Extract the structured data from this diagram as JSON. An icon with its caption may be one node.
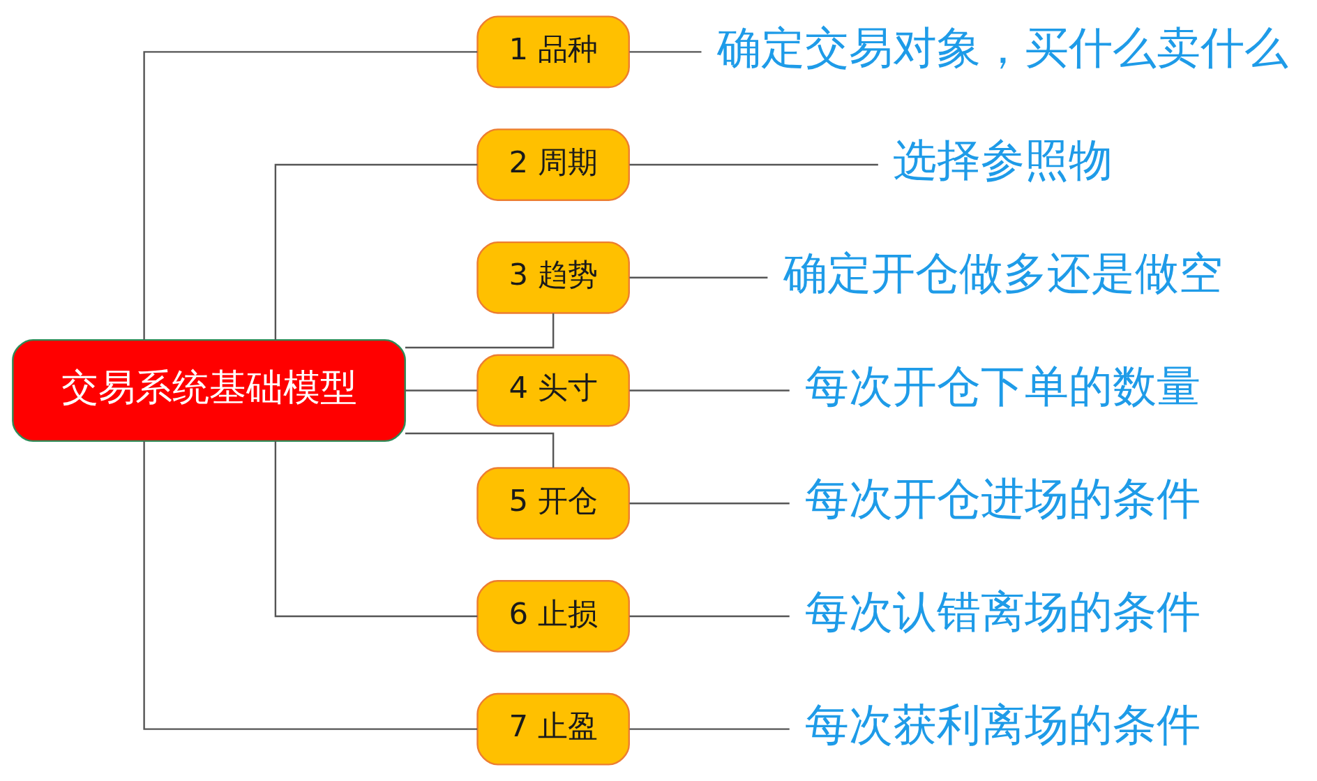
{
  "diagram": {
    "nodes": [
      {
        "text": [
          "交易系统基础模型"
        ]
      },
      {
        "text": [
          "1 品种"
        ]
      },
      {
        "text": [
          "2 周期"
        ]
      },
      {
        "text": [
          "3 趋势"
        ]
      },
      {
        "text": [
          "4 头寸"
        ]
      },
      {
        "text": [
          "5 开仓"
        ]
      },
      {
        "text": [
          "6 止损"
        ]
      },
      {
        "text": [
          "7 止盈"
        ]
      },
      {
        "text": [
          "确定交易对象，买什么卖什么"
        ]
      },
      {
        "text": [
          "选择参照物"
        ]
      },
      {
        "text": [
          "确定开仓做多还是做空"
        ]
      },
      {
        "text": [
          "每次开仓下单的数量"
        ]
      },
      {
        "text": [
          "每次开仓进场的条件"
        ]
      },
      {
        "text": [
          "每次认错离场的条件"
        ]
      },
      {
        "text": [
          "每次获利离场的条件"
        ]
      }
    ],
    "edges": [
      {
        "from": 0,
        "to": 1,
        "arrow": "none"
      },
      {
        "from": 0,
        "to": 2,
        "arrow": "none"
      },
      {
        "from": 0,
        "to": 3,
        "arrow": "none"
      },
      {
        "from": 0,
        "to": 4,
        "arrow": "none"
      },
      {
        "from": 0,
        "to": 5,
        "arrow": "none"
      },
      {
        "from": 0,
        "to": 6,
        "arrow": "none"
      },
      {
        "from": 0,
        "to": 7,
        "arrow": "none"
      },
      {
        "from": 1,
        "to": 8,
        "arrow": "none"
      },
      {
        "from": 2,
        "to": 9,
        "arrow": "none"
      },
      {
        "from": 3,
        "to": 10,
        "arrow": "none"
      },
      {
        "from": 4,
        "to": 11,
        "arrow": "none"
      },
      {
        "from": 5,
        "to": 12,
        "arrow": "none"
      },
      {
        "from": 6,
        "to": 13,
        "arrow": "none"
      },
      {
        "from": 7,
        "to": 14,
        "arrow": "none"
      }
    ]
  }
}
